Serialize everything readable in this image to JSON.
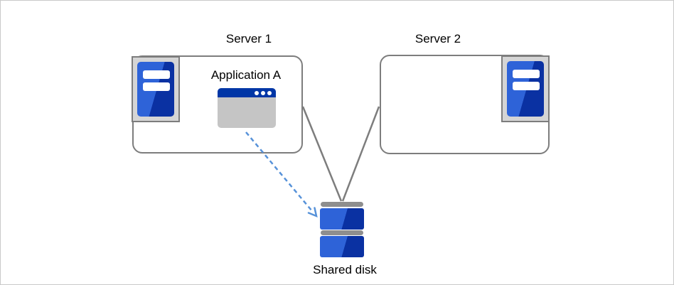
{
  "diagram": {
    "server1": {
      "label": "Server 1"
    },
    "server2": {
      "label": "Server 2"
    },
    "application": {
      "label": "Application A"
    },
    "shared_disk": {
      "label": "Shared disk"
    }
  },
  "icons": {
    "server1_icon": "server-tower-icon",
    "server2_icon": "server-tower-icon",
    "application_icon": "application-window-icon",
    "shared_disk_icon": "shared-disk-icon",
    "arrowhead": "dashed-arrowhead-icon"
  },
  "colors": {
    "canvas_border": "#c9c9c9",
    "shape_border_gray": "#7d7d7d",
    "connector_gray": "#7d7d7d",
    "icon_plate_gray": "#d5d5d5",
    "window_body_gray": "#c5c5c5",
    "disk_bar_gray": "#8e8e8e",
    "blue_light": "#2e63d8",
    "blue_dark": "#0a31a2",
    "window_titlebar_blue": "#0036a6",
    "arrow_blue": "#5792d9",
    "text": "#000000"
  }
}
